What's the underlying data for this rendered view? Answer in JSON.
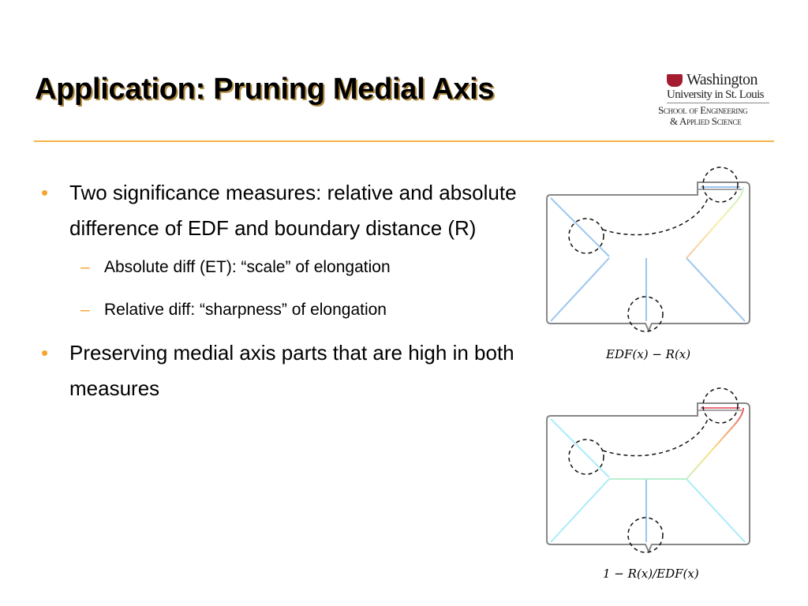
{
  "slide": {
    "title": "Application: Pruning Medial Axis",
    "logo": {
      "line1": "Washington",
      "line2": "University in St. Louis",
      "line3": "School of Engineering",
      "line4": "& Applied Science"
    },
    "bullets": [
      {
        "text": "Two significance measures: relative and absolute difference of EDF and boundary distance (R)"
      },
      {
        "text": "Absolute diff (ET): “scale” of elongation"
      },
      {
        "text": "Relative diff: “sharpness” of elongation"
      },
      {
        "text": "Preserving medial axis parts that are high in both measures"
      }
    ],
    "figures": [
      {
        "caption": "EDF(x) − R(x)"
      },
      {
        "caption": "1 − R(x)/EDF(x)"
      }
    ],
    "colors": {
      "accent": "#f6a530",
      "rule": "#f6b44a",
      "title_shadow": "#b08a3e"
    }
  }
}
